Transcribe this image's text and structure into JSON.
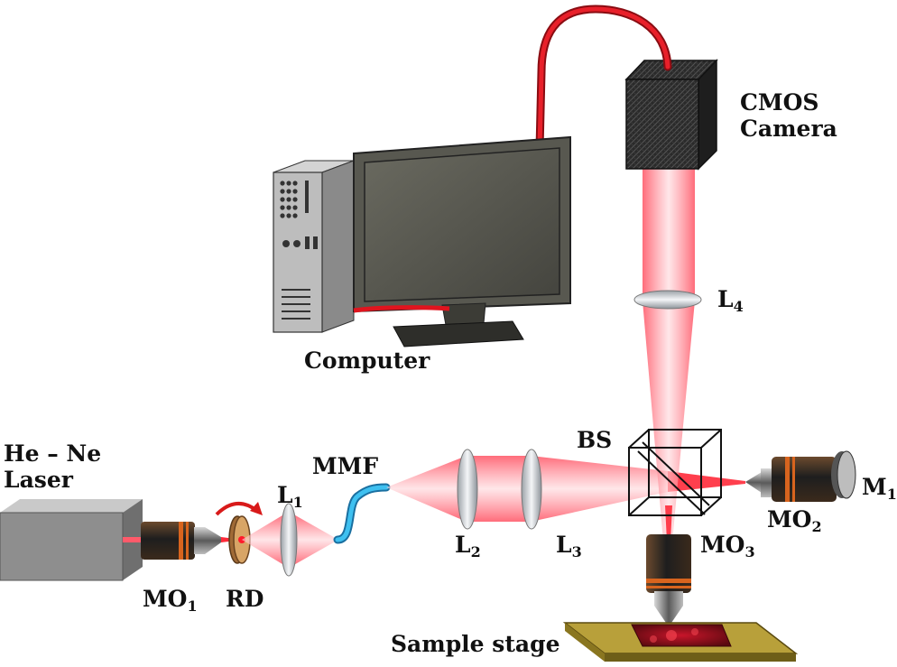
{
  "labels": {
    "laser_line1": "He – Ne",
    "laser_line2": "Laser",
    "mo1": "MO",
    "mo1_sub": "1",
    "rd": "RD",
    "l1": "L",
    "l1_sub": "1",
    "mmf": "MMF",
    "l2": "L",
    "l2_sub": "2",
    "l3": "L",
    "l3_sub": "3",
    "bs": "BS",
    "mo2": "MO",
    "mo2_sub": "2",
    "m1": "M",
    "m1_sub": "1",
    "mo3": "MO",
    "mo3_sub": "3",
    "l4": "L",
    "l4_sub": "4",
    "camera_line1": "CMOS",
    "camera_line2": "Camera",
    "computer": "Computer",
    "sample_stage": "Sample stage"
  },
  "colors": {
    "beam": "#ff2a3a",
    "cable": "#e0141e",
    "fiber": "#1ea0d8",
    "stage": "#b8a03a",
    "laser_body": "#8a8a8a"
  },
  "icons": [
    "laser-source",
    "microscope-objective",
    "rotating-diffuser",
    "lens",
    "multimode-fiber",
    "beam-splitter-cube",
    "mirror",
    "cmos-camera",
    "computer-monitor",
    "pc-tower",
    "sample-stage",
    "rotation-arrow"
  ]
}
